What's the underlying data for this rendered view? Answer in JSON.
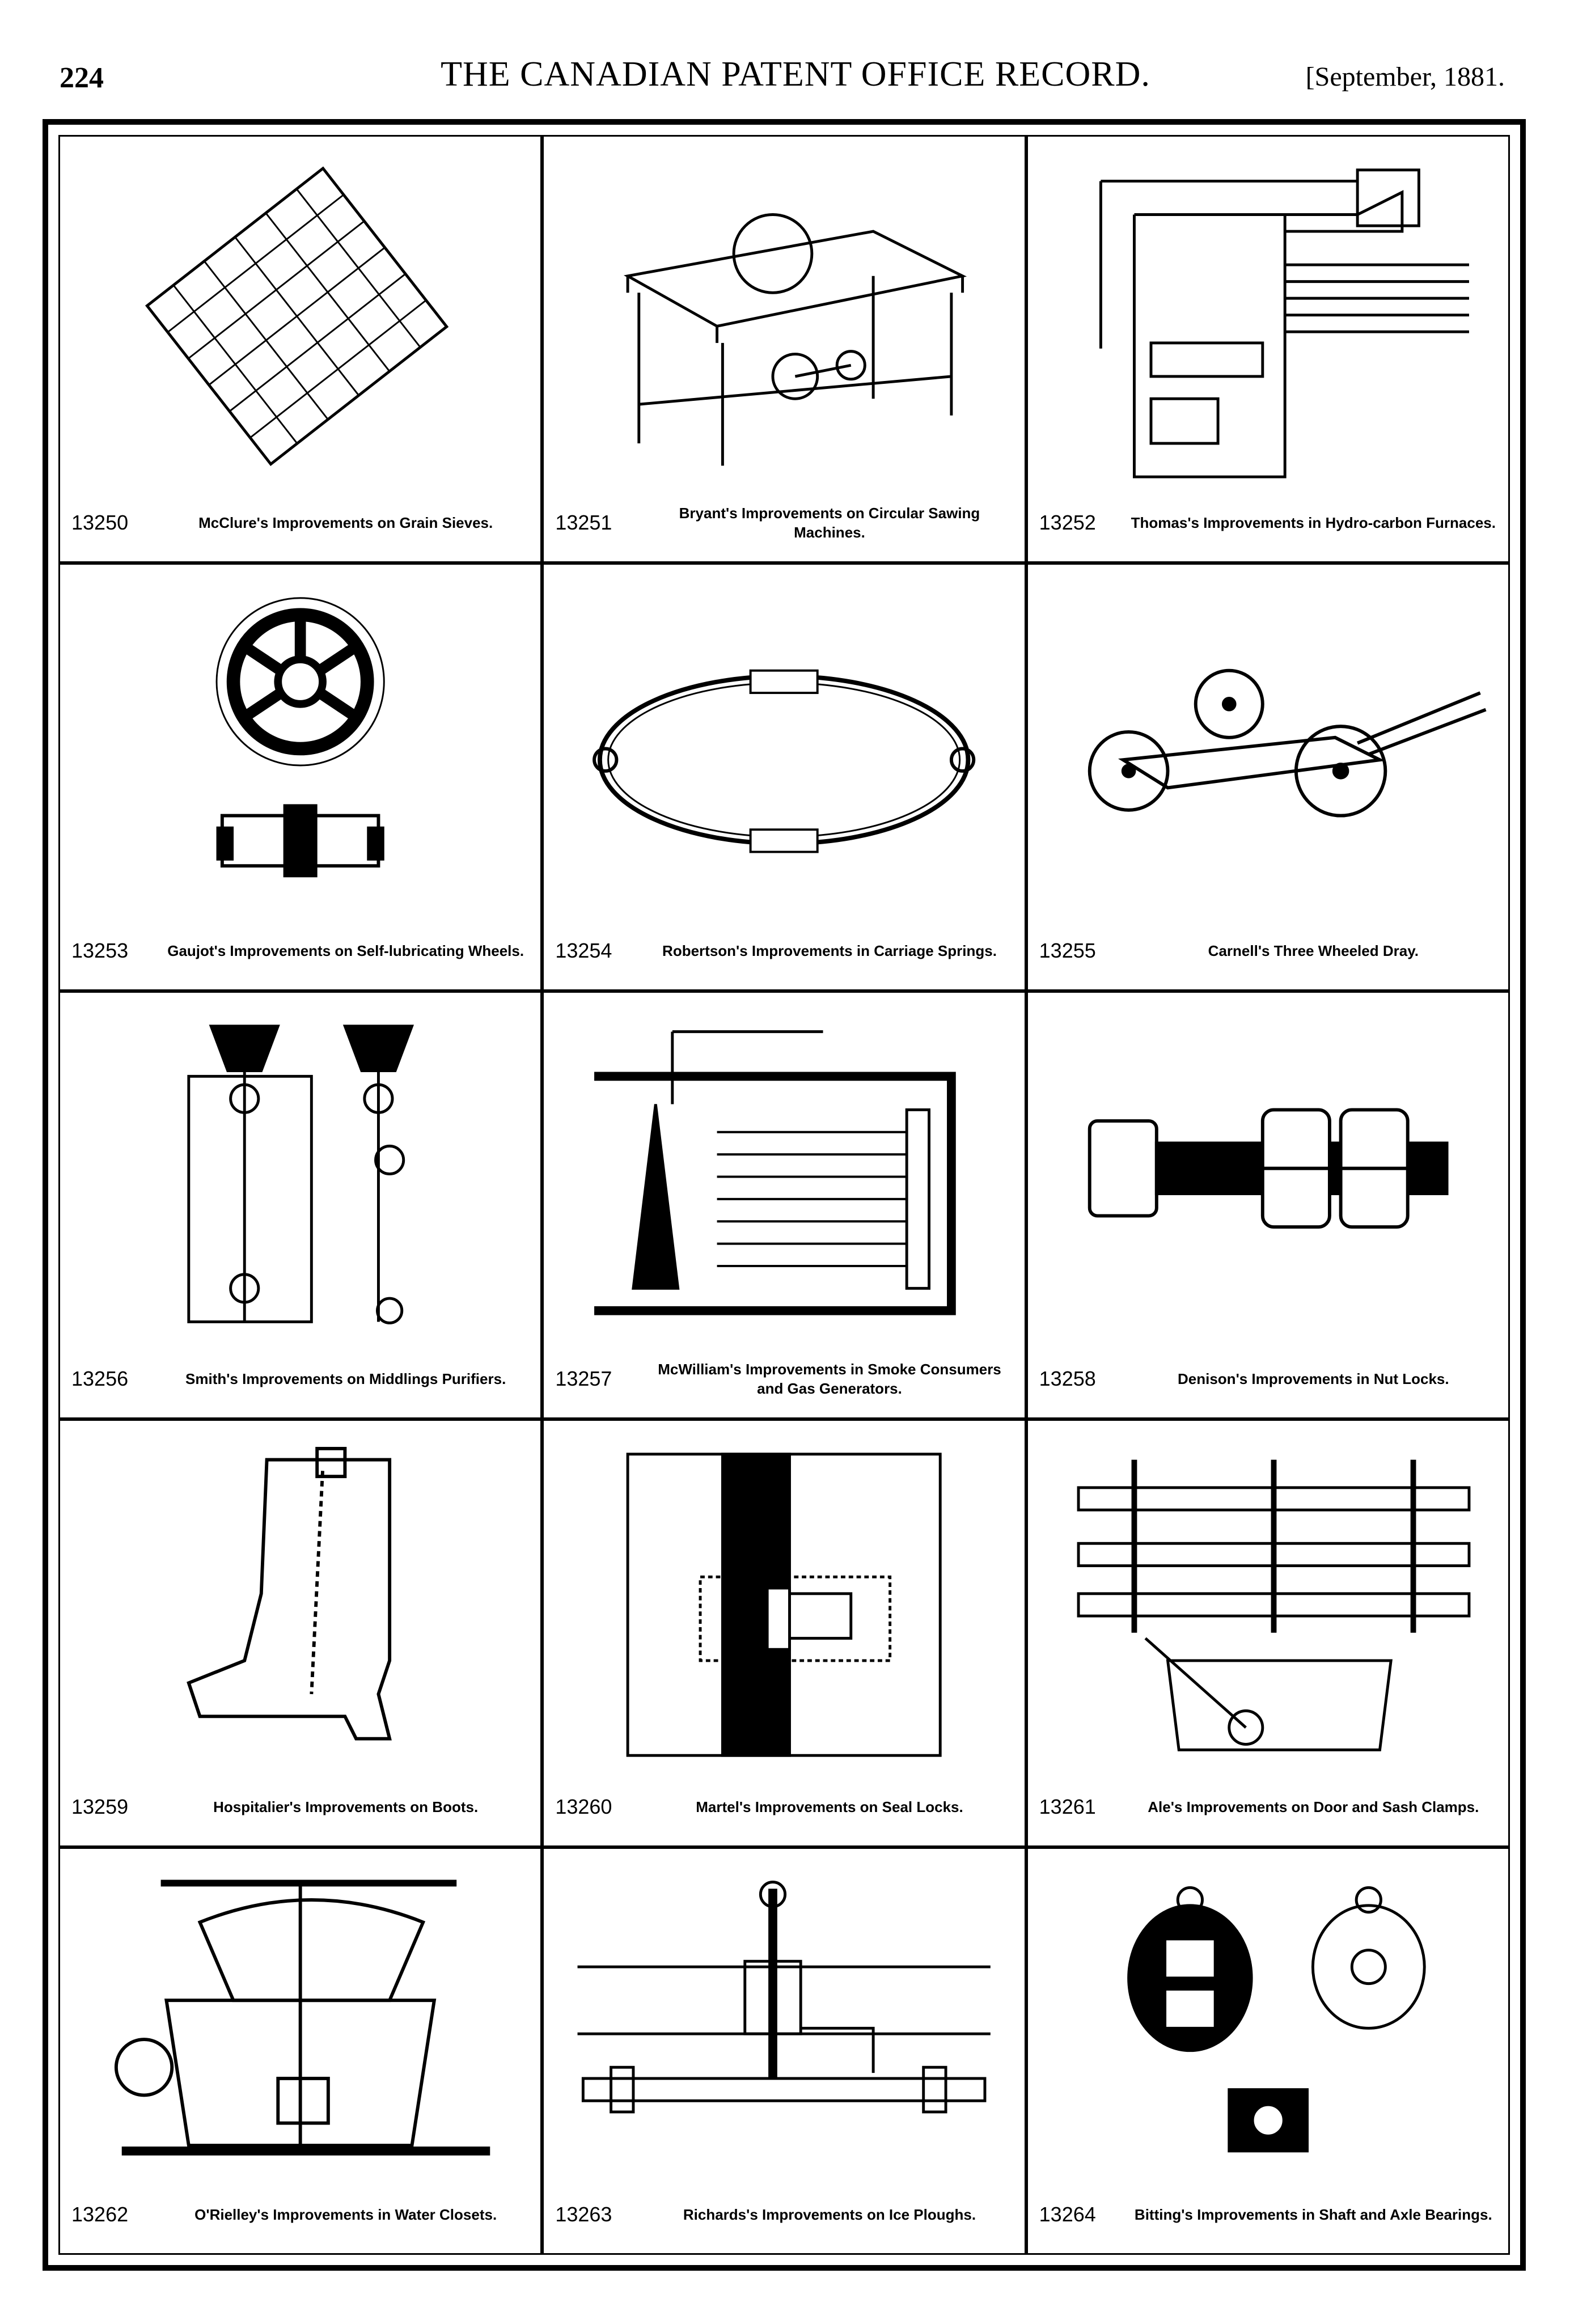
{
  "header": {
    "page_number": "224",
    "journal_title": "THE CANADIAN PATENT OFFICE RECORD.",
    "issue_date": "[September, 1881."
  },
  "patents": [
    {
      "number": "13250",
      "caption": "McClure's Improvements on Grain Sieves.",
      "icon": "grain-sieve-icon"
    },
    {
      "number": "13251",
      "caption": "Bryant's Improvements on Circular Sawing Machines.",
      "icon": "saw-table-icon"
    },
    {
      "number": "13252",
      "caption": "Thomas's Improvements in Hydro-carbon Furnaces.",
      "icon": "furnace-icon"
    },
    {
      "number": "13253",
      "caption": "Gaujot's Improvements on Self-lubricating Wheels.",
      "icon": "wheel-icon"
    },
    {
      "number": "13254",
      "caption": "Robertson's Improvements in Carriage Springs.",
      "icon": "elliptic-spring-icon"
    },
    {
      "number": "13255",
      "caption": "Carnell's Three Wheeled Dray.",
      "icon": "dray-icon"
    },
    {
      "number": "13256",
      "caption": "Smith's Improvements on Middlings Purifiers.",
      "icon": "purifier-icon"
    },
    {
      "number": "13257",
      "caption": "McWilliam's Improvements in Smoke Consumers and Gas Generators.",
      "icon": "smoke-consumer-icon"
    },
    {
      "number": "13258",
      "caption": "Denison's Improvements in Nut Locks.",
      "icon": "nut-lock-icon"
    },
    {
      "number": "13259",
      "caption": "Hospitalier's Improvements on Boots.",
      "icon": "boot-icon"
    },
    {
      "number": "13260",
      "caption": "Martel's Improvements on Seal Locks.",
      "icon": "seal-lock-icon"
    },
    {
      "number": "13261",
      "caption": "Ale's Improvements on Door and Sash Clamps.",
      "icon": "clamp-icon"
    },
    {
      "number": "13262",
      "caption": "O'Rielley's Improvements in Water Closets.",
      "icon": "water-closet-icon"
    },
    {
      "number": "13263",
      "caption": "Richards's Improvements on Ice Ploughs.",
      "icon": "ice-plough-icon"
    },
    {
      "number": "13264",
      "caption": "Bitting's Improvements in Shaft and Axle Bearings.",
      "icon": "bearing-icon"
    }
  ]
}
